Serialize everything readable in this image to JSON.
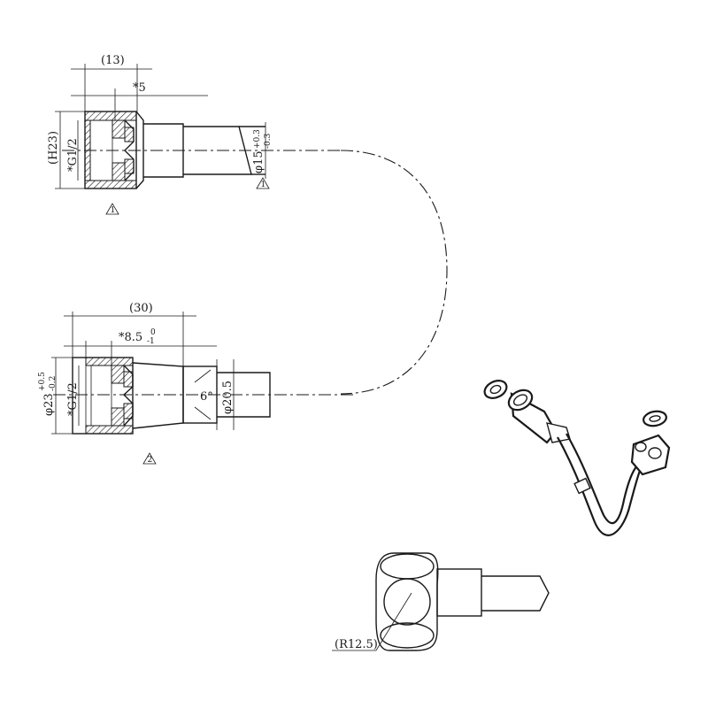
{
  "top_fitting": {
    "dim_length": "(13)",
    "dim_depth": "*5",
    "dim_height": "(H23)",
    "dim_thread": "*G1/2",
    "dim_dia_main": "φ15",
    "dim_dia_tol_upper": "+0.3",
    "dim_dia_tol_lower": "-0.3",
    "note_marker": "1"
  },
  "bottom_fitting": {
    "dim_length": "(30)",
    "dim_depth_main": "*8.5",
    "dim_depth_tol_upper": "0",
    "dim_depth_tol_lower": "-1",
    "dim_dia_main": "φ23",
    "dim_dia_tol_upper": "+0.5",
    "dim_dia_tol_lower": "-0.2",
    "dim_thread": "*G1/2",
    "dim_angle": "6°",
    "dim_bore": "φ20.5",
    "note_marker": "2"
  },
  "detail_view": {
    "dim_radius": "(R12.5)"
  }
}
